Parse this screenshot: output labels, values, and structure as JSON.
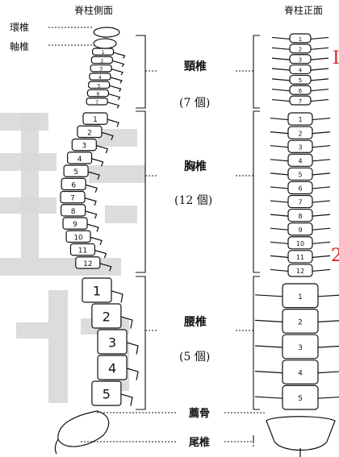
{
  "views": {
    "side": "脊柱側面",
    "front": "脊柱正面"
  },
  "labels": {
    "atlas": "環椎",
    "axis": "軸椎",
    "sacrum": "薦骨",
    "coccyx": "尾椎"
  },
  "sections": [
    {
      "name": "頸椎",
      "count": "(7 個)",
      "vertebrae": [
        "1",
        "2",
        "3",
        "4",
        "5",
        "6",
        "7"
      ]
    },
    {
      "name": "胸椎",
      "count": "(12 個)",
      "vertebrae": [
        "1",
        "2",
        "3",
        "4",
        "5",
        "6",
        "7",
        "8",
        "9",
        "10",
        "11",
        "12"
      ]
    },
    {
      "name": "腰椎",
      "count": "(5 個)",
      "vertebrae": [
        "1",
        "2",
        "3",
        "4",
        "5"
      ]
    }
  ],
  "edge_marks": [
    "I",
    "2"
  ],
  "watermark_color": "#d8d8d8",
  "annotation_color": "#d42020"
}
